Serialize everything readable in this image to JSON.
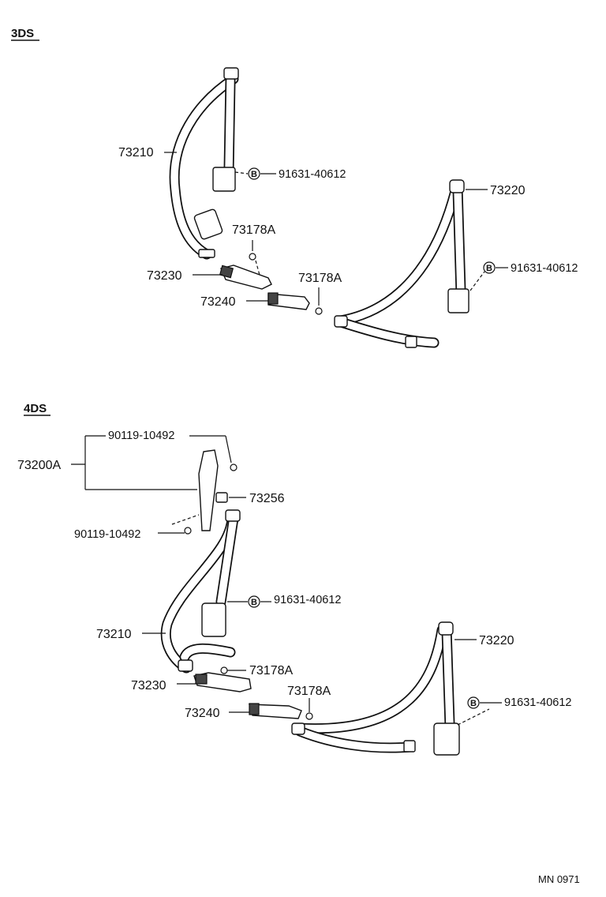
{
  "sections": [
    {
      "title": "3DS",
      "labels": [
        {
          "id": "shoulder_belt",
          "text": "73210"
        },
        {
          "id": "bolt",
          "text": "91631-40612",
          "marker": "B"
        },
        {
          "id": "rear_belt",
          "text": "73220"
        },
        {
          "id": "spacer_a",
          "text": "73178A"
        },
        {
          "id": "spacer_b",
          "text": "73178A"
        },
        {
          "id": "buckle_a",
          "text": "73230"
        },
        {
          "id": "buckle_b",
          "text": "73240"
        },
        {
          "id": "rear_bolt",
          "text": "91631-40612",
          "marker": "B"
        }
      ]
    },
    {
      "title": "4DS",
      "labels": [
        {
          "id": "screw_top",
          "text": "90119-10492"
        },
        {
          "id": "adjuster",
          "text": "73200A"
        },
        {
          "id": "cover",
          "text": "73256"
        },
        {
          "id": "screw_bottom",
          "text": "90119-10492"
        },
        {
          "id": "bolt",
          "text": "91631-40612",
          "marker": "B"
        },
        {
          "id": "shoulder_belt",
          "text": "73210"
        },
        {
          "id": "spacer_a",
          "text": "73178A"
        },
        {
          "id": "rear_belt",
          "text": "73220"
        },
        {
          "id": "buckle_a",
          "text": "73230"
        },
        {
          "id": "spacer_b",
          "text": "73178A"
        },
        {
          "id": "buckle_b",
          "text": "73240"
        },
        {
          "id": "rear_bolt",
          "text": "91631-40612",
          "marker": "B"
        }
      ]
    }
  ],
  "footer_code": "MN 0971"
}
